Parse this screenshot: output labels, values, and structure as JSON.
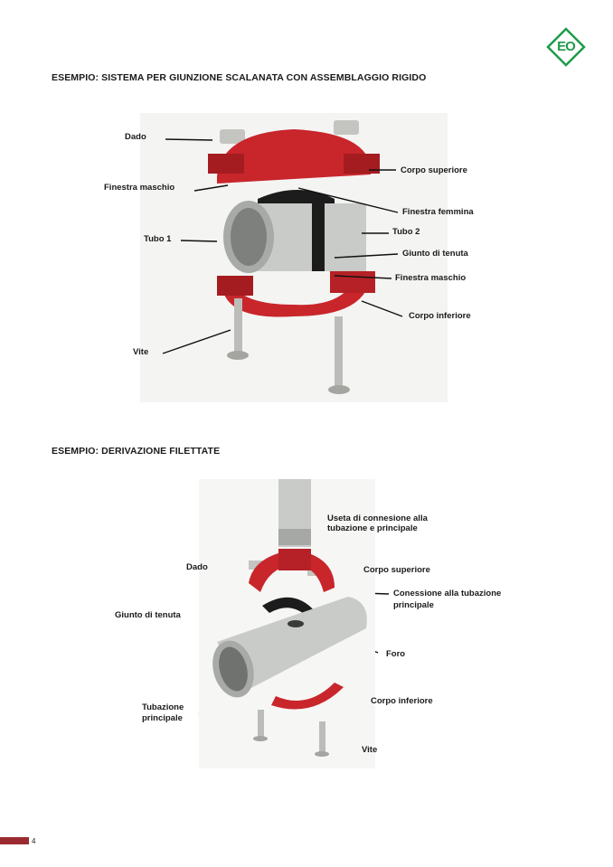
{
  "logo": {
    "text": "EO",
    "color": "#1f9a4a"
  },
  "section1": {
    "title": "ESEMPIO: SISTEMA PER GIUNZIONE SCALANATA CON ASSEMBLAGGIO RIGIDO",
    "labels": {
      "dado": "Dado",
      "finestra_maschio_left": "Finestra maschio",
      "tubo1": "Tubo 1",
      "vite": "Vite",
      "corpo_superiore": "Corpo superiore",
      "finestra_femmina": "Finestra femmina",
      "tubo2": "Tubo 2",
      "giunto": "Giunto di tenuta",
      "finestra_maschio_right": "Finestra maschio",
      "corpo_inferiore": "Corpo inferiore"
    }
  },
  "section2": {
    "title": "ESEMPIO: DERIVAZIONE FILETTATE",
    "labels": {
      "uscita_1": "Useta di connesione alla",
      "uscita_2": "tubazione e principale",
      "dado": "Dado",
      "corpo_superiore": "Corpo superiore",
      "connessione_1": "Conessione alla tubazione",
      "connessione_2": "principale",
      "giunto": "Giunto di tenuta",
      "foro": "Foro",
      "tubazione_1": "Tubazione",
      "tubazione_2": "principale",
      "corpo_inferiore": "Corpo inferiore",
      "vite": "Vite"
    }
  },
  "footer": {
    "page_number": "4",
    "bar_color": "#9b2a30"
  },
  "colors": {
    "red": "#c8262b",
    "pipe": "#c9cbc8",
    "gasket": "#1c1c1c"
  }
}
